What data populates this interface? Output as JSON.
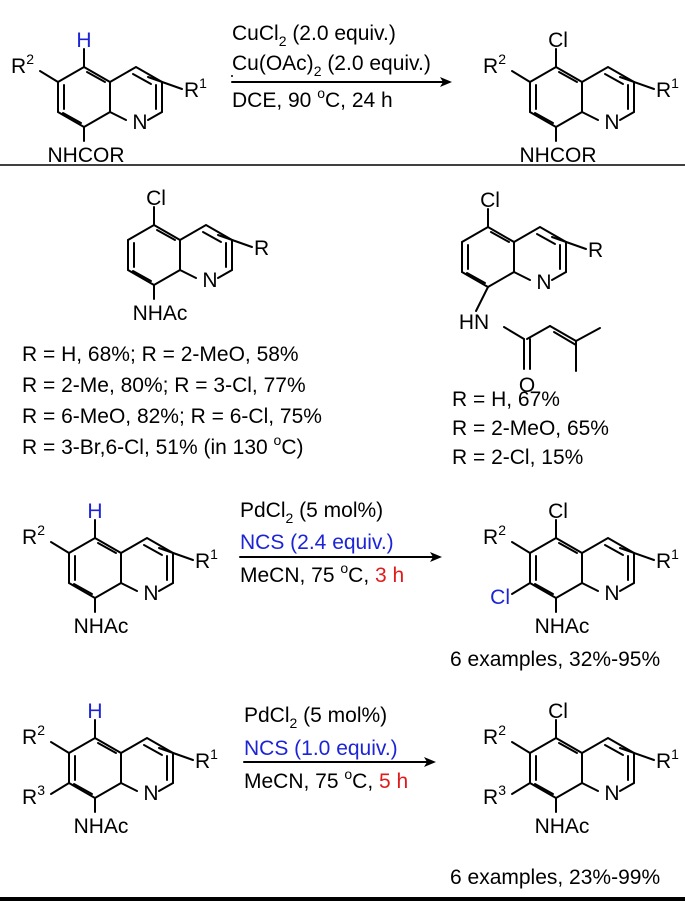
{
  "colors": {
    "black": "#000000",
    "blue": "#1d24d6",
    "red": "#e01b1b"
  },
  "atoms": {
    "H": "H",
    "Cl": "Cl",
    "N": "N",
    "O": "O",
    "HN": "HN",
    "R": "R",
    "R1": "R",
    "R2": "R",
    "R3": "R",
    "sup1": "1",
    "sup2": "2",
    "sup3": "3",
    "NHCOR": "NHCOR",
    "NHAc": "NHAc"
  },
  "reaction1": {
    "cond_l1_main": "CuCl",
    "cond_l1_sub": "2",
    "cond_l1_rest": " (2.0 equiv.)",
    "cond_l2_main": "Cu(OAc)",
    "cond_l2_sub": "2",
    "cond_l2_rest": " (2.0 equiv.)",
    "cond_l3_a": "DCE, 90 ",
    "cond_l3_sup": "o",
    "cond_l3_b": "C, 24 h"
  },
  "scope": {
    "left": [
      "R = H, 68%; R = 2-MeO, 58%",
      "R = 2-Me, 80%; R = 3-Cl, 77%",
      "R = 6-MeO, 82%; R = 6-Cl, 75%"
    ],
    "left_last_a": "R = 3-Br,6-Cl, 51% (in 130 ",
    "left_last_sup": "o",
    "left_last_b": "C)",
    "right": [
      "R = H, 67%",
      "R = 2-MeO, 65%",
      "R = 2-Cl, 15%"
    ]
  },
  "reaction2": {
    "cond_l1_main": "PdCl",
    "cond_l1_sub": "2",
    "cond_l1_rest": " (5 mol%)",
    "cond_l2": "NCS (2.4 equiv.)",
    "cond_l3_a": "MeCN, 75 ",
    "cond_l3_sup": "o",
    "cond_l3_b": "C, ",
    "cond_l3_time": "3 h",
    "result": "6 examples, 32%-95%"
  },
  "reaction3": {
    "cond_l1_main": "PdCl",
    "cond_l1_sub": "2",
    "cond_l1_rest": " (5 mol%)",
    "cond_l2": "NCS (1.0 equiv.)",
    "cond_l3_a": "MeCN, 75 ",
    "cond_l3_sup": "o",
    "cond_l3_b": "C, ",
    "cond_l3_time": "5 h",
    "result": "6 examples, 23%-99%"
  }
}
